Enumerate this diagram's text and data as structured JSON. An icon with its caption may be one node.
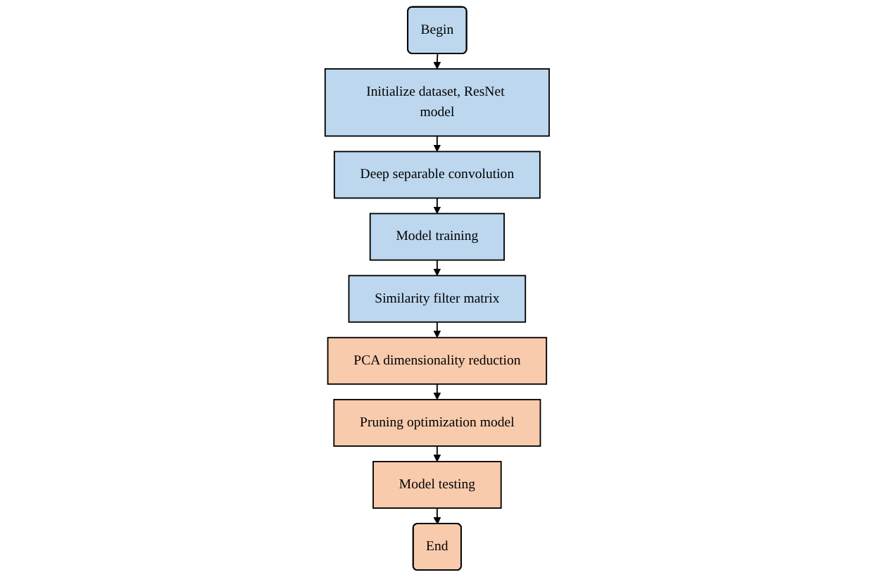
{
  "diagram": {
    "nodes": [
      {
        "text": [
          "Begin"
        ]
      },
      {
        "text": [
          "Initialize dataset, ResNet model"
        ]
      },
      {
        "text": [
          "Deep separable convolution"
        ]
      },
      {
        "text": [
          "Model training"
        ]
      },
      {
        "text": [
          "Similarity filter matrix"
        ]
      },
      {
        "text": [
          "PCA dimensionality reduction"
        ]
      },
      {
        "text": [
          "Pruning optimization model"
        ]
      },
      {
        "text": [
          "Model testing"
        ]
      },
      {
        "text": [
          "End"
        ]
      }
    ],
    "edges": [
      {
        "from": 0,
        "to": 1,
        "arrow": "to"
      },
      {
        "from": 1,
        "to": 2,
        "arrow": "to"
      },
      {
        "from": 2,
        "to": 3,
        "arrow": "to"
      },
      {
        "from": 3,
        "to": 4,
        "arrow": "to"
      },
      {
        "from": 4,
        "to": 5,
        "arrow": "to"
      },
      {
        "from": 5,
        "to": 6,
        "arrow": "to"
      },
      {
        "from": 6,
        "to": 7,
        "arrow": "to"
      },
      {
        "from": 7,
        "to": 8,
        "arrow": "to"
      }
    ]
  }
}
